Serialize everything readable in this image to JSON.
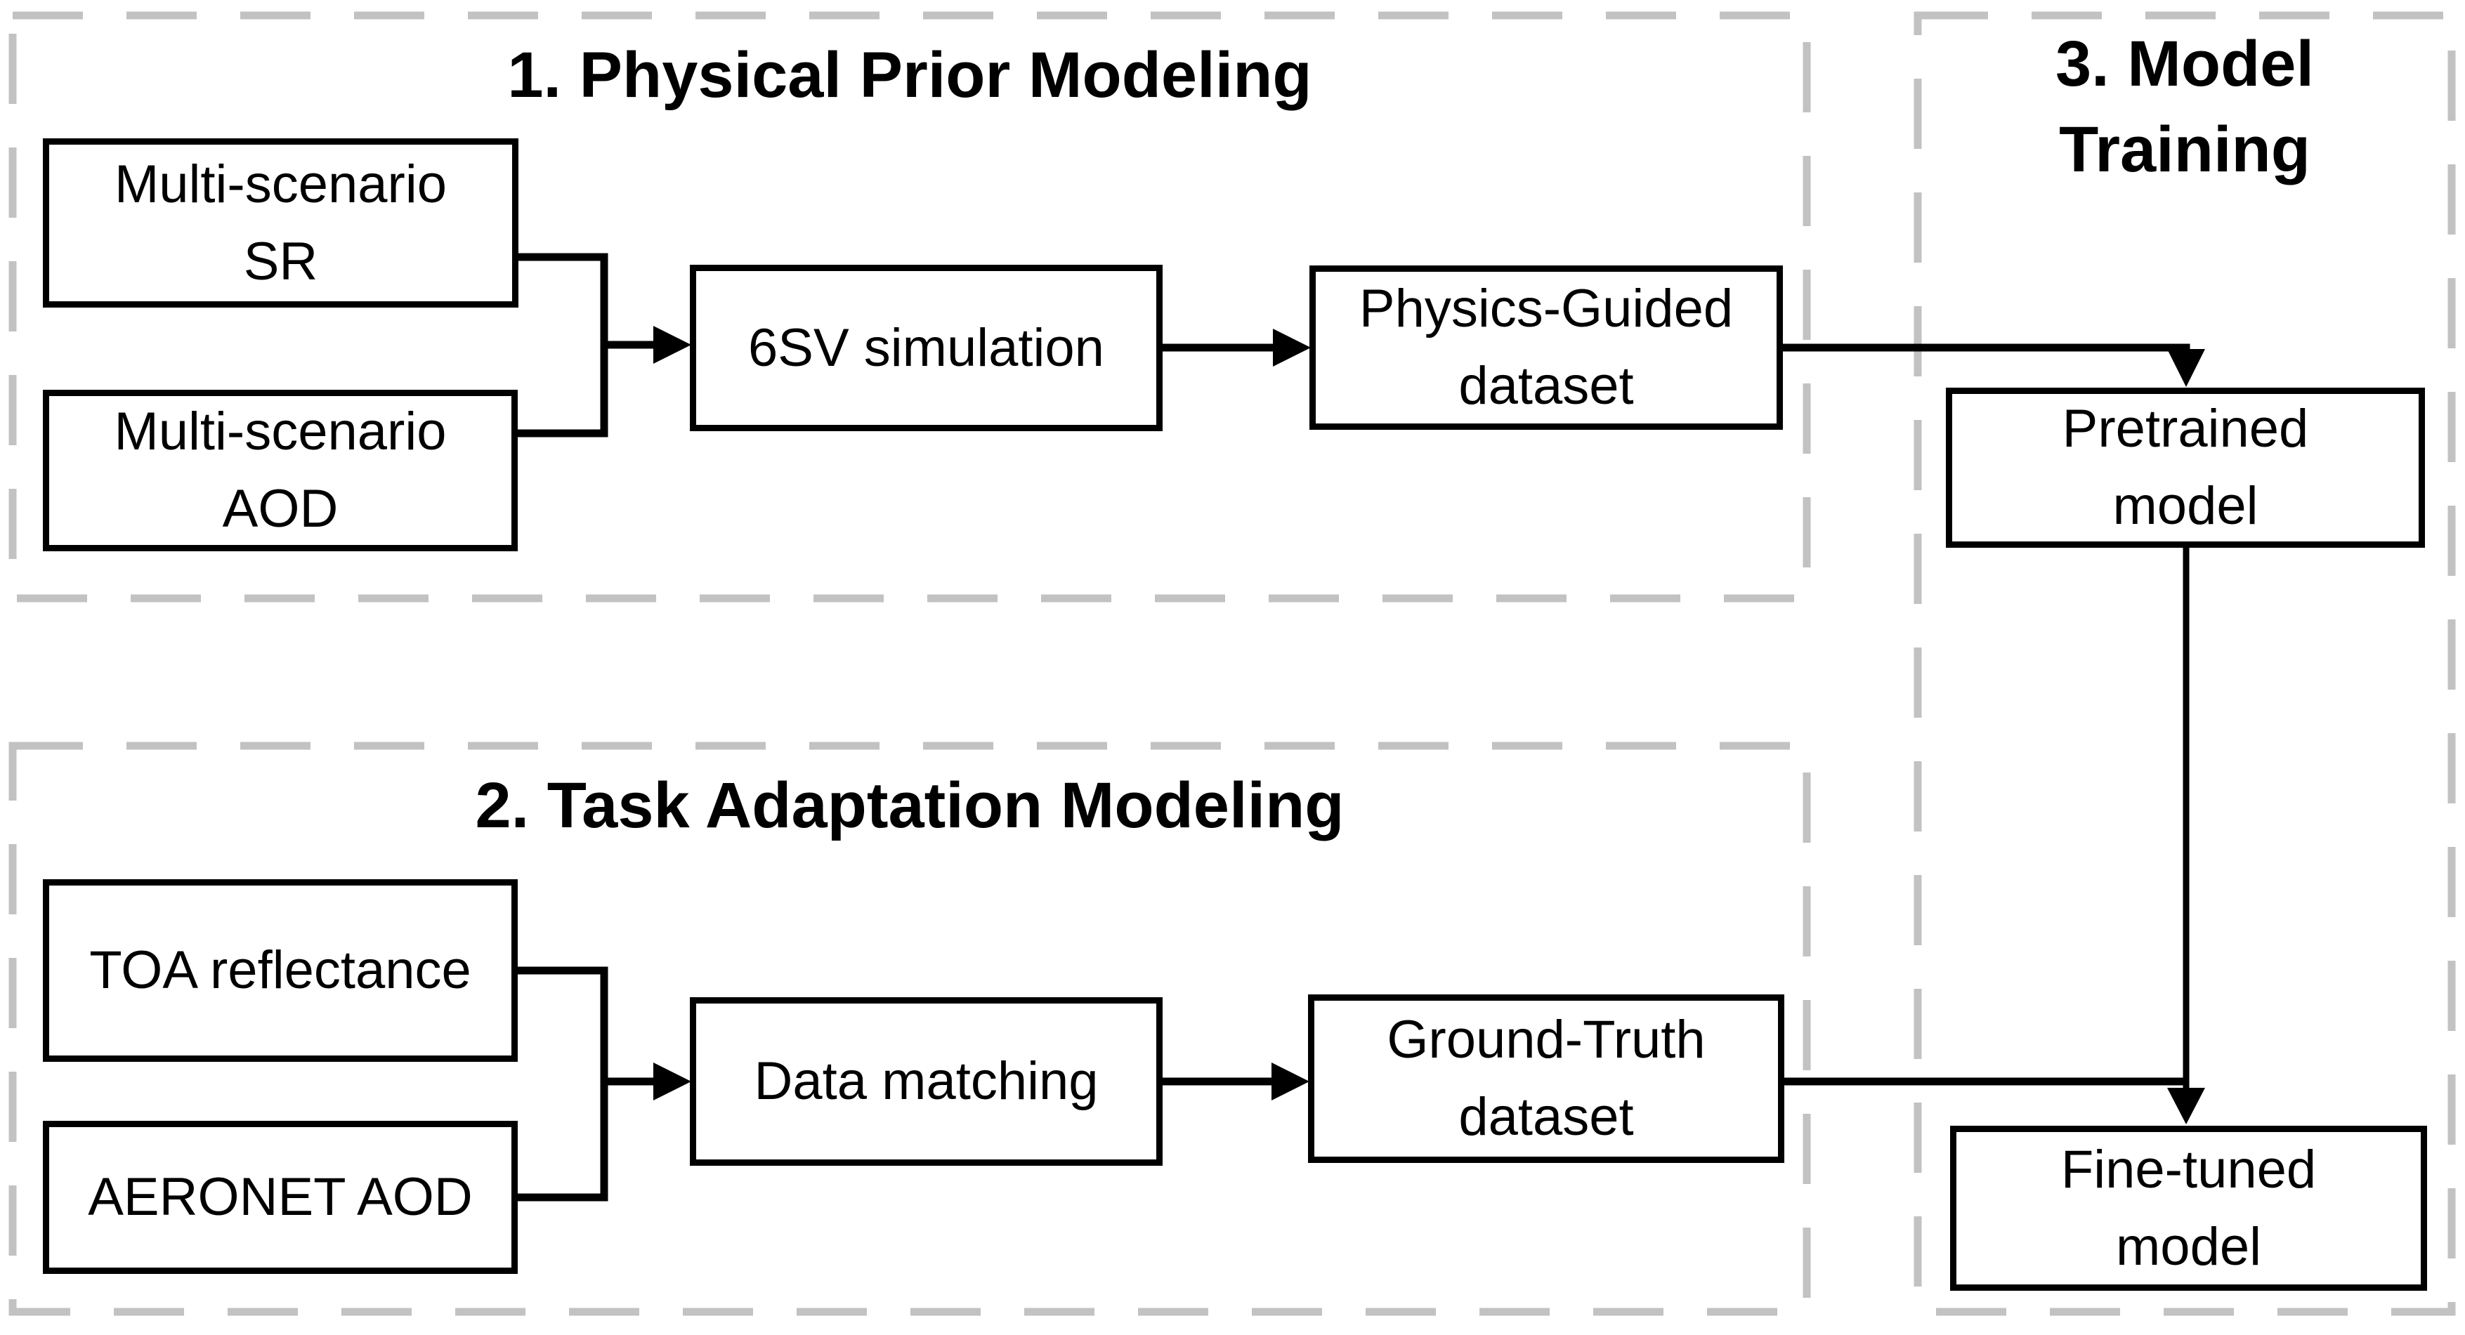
{
  "diagram": {
    "panels": [
      {
        "id": "physical-prior-modeling",
        "title": "1. Physical Prior Modeling"
      },
      {
        "id": "task-adaptation-modeling",
        "title": "2. Task Adaptation Modeling"
      },
      {
        "id": "model-training",
        "title_lines": [
          "3. Model",
          "Training"
        ]
      }
    ],
    "nodes": [
      {
        "id": "multi-scenario-sr",
        "lines": [
          "Multi-scenario",
          "SR"
        ]
      },
      {
        "id": "multi-scenario-aod",
        "lines": [
          "Multi-scenario",
          "AOD"
        ]
      },
      {
        "id": "6sv-simulation",
        "lines": [
          "6SV simulation"
        ]
      },
      {
        "id": "physics-guided-dataset",
        "lines": [
          "Physics-Guided",
          "dataset"
        ]
      },
      {
        "id": "toa-reflectance",
        "lines": [
          "TOA reflectance"
        ]
      },
      {
        "id": "aeronet-aod",
        "lines": [
          "AERONET AOD"
        ]
      },
      {
        "id": "data-matching",
        "lines": [
          "Data matching"
        ]
      },
      {
        "id": "ground-truth-dataset",
        "lines": [
          "Ground-Truth",
          "dataset"
        ]
      },
      {
        "id": "pretrained-model",
        "lines": [
          "Pretrained",
          "model"
        ]
      },
      {
        "id": "fine-tuned-model",
        "lines": [
          "Fine-tuned",
          "model"
        ]
      }
    ],
    "colors": {
      "line": "#000000",
      "panel_dash": "#c2c2c2",
      "box_fill": "#ffffff",
      "background": "#ffffff"
    }
  }
}
